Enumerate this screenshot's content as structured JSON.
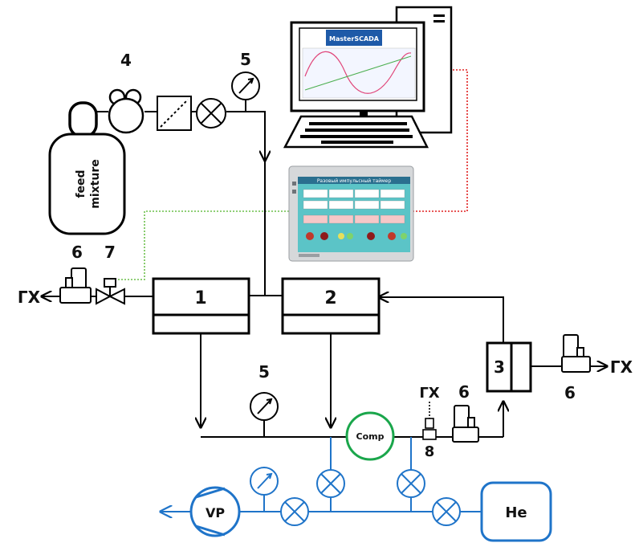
{
  "labels": {
    "unit1": "1",
    "unit2": "2",
    "unit3": "3",
    "pressure_regulator": "4",
    "gauge_top": "5",
    "gauge_mid": "5",
    "flowmeter_left": "6",
    "valve_left": "7",
    "flowmeter_mid": "6",
    "flowmeter_right": "6",
    "tee": "8"
  },
  "exhausts": {
    "left": "ГХ",
    "right": "ГХ",
    "tee": "ГХ"
  },
  "cylinder": {
    "line1": "feed",
    "line2": "mixture"
  },
  "equipment": {
    "compressor": "Comp",
    "vacuum_pump": "VP",
    "helium": "He"
  },
  "scada": {
    "brand": "MasterSCADA",
    "hmi_title": "Разовый импульсный таймер"
  },
  "colors": {
    "main_lines": "#000000",
    "vacuum_lines": "#1f74c9",
    "compressor": "#1aa64b",
    "signal_red": "#e02020",
    "signal_green": "#6cbf4a"
  }
}
